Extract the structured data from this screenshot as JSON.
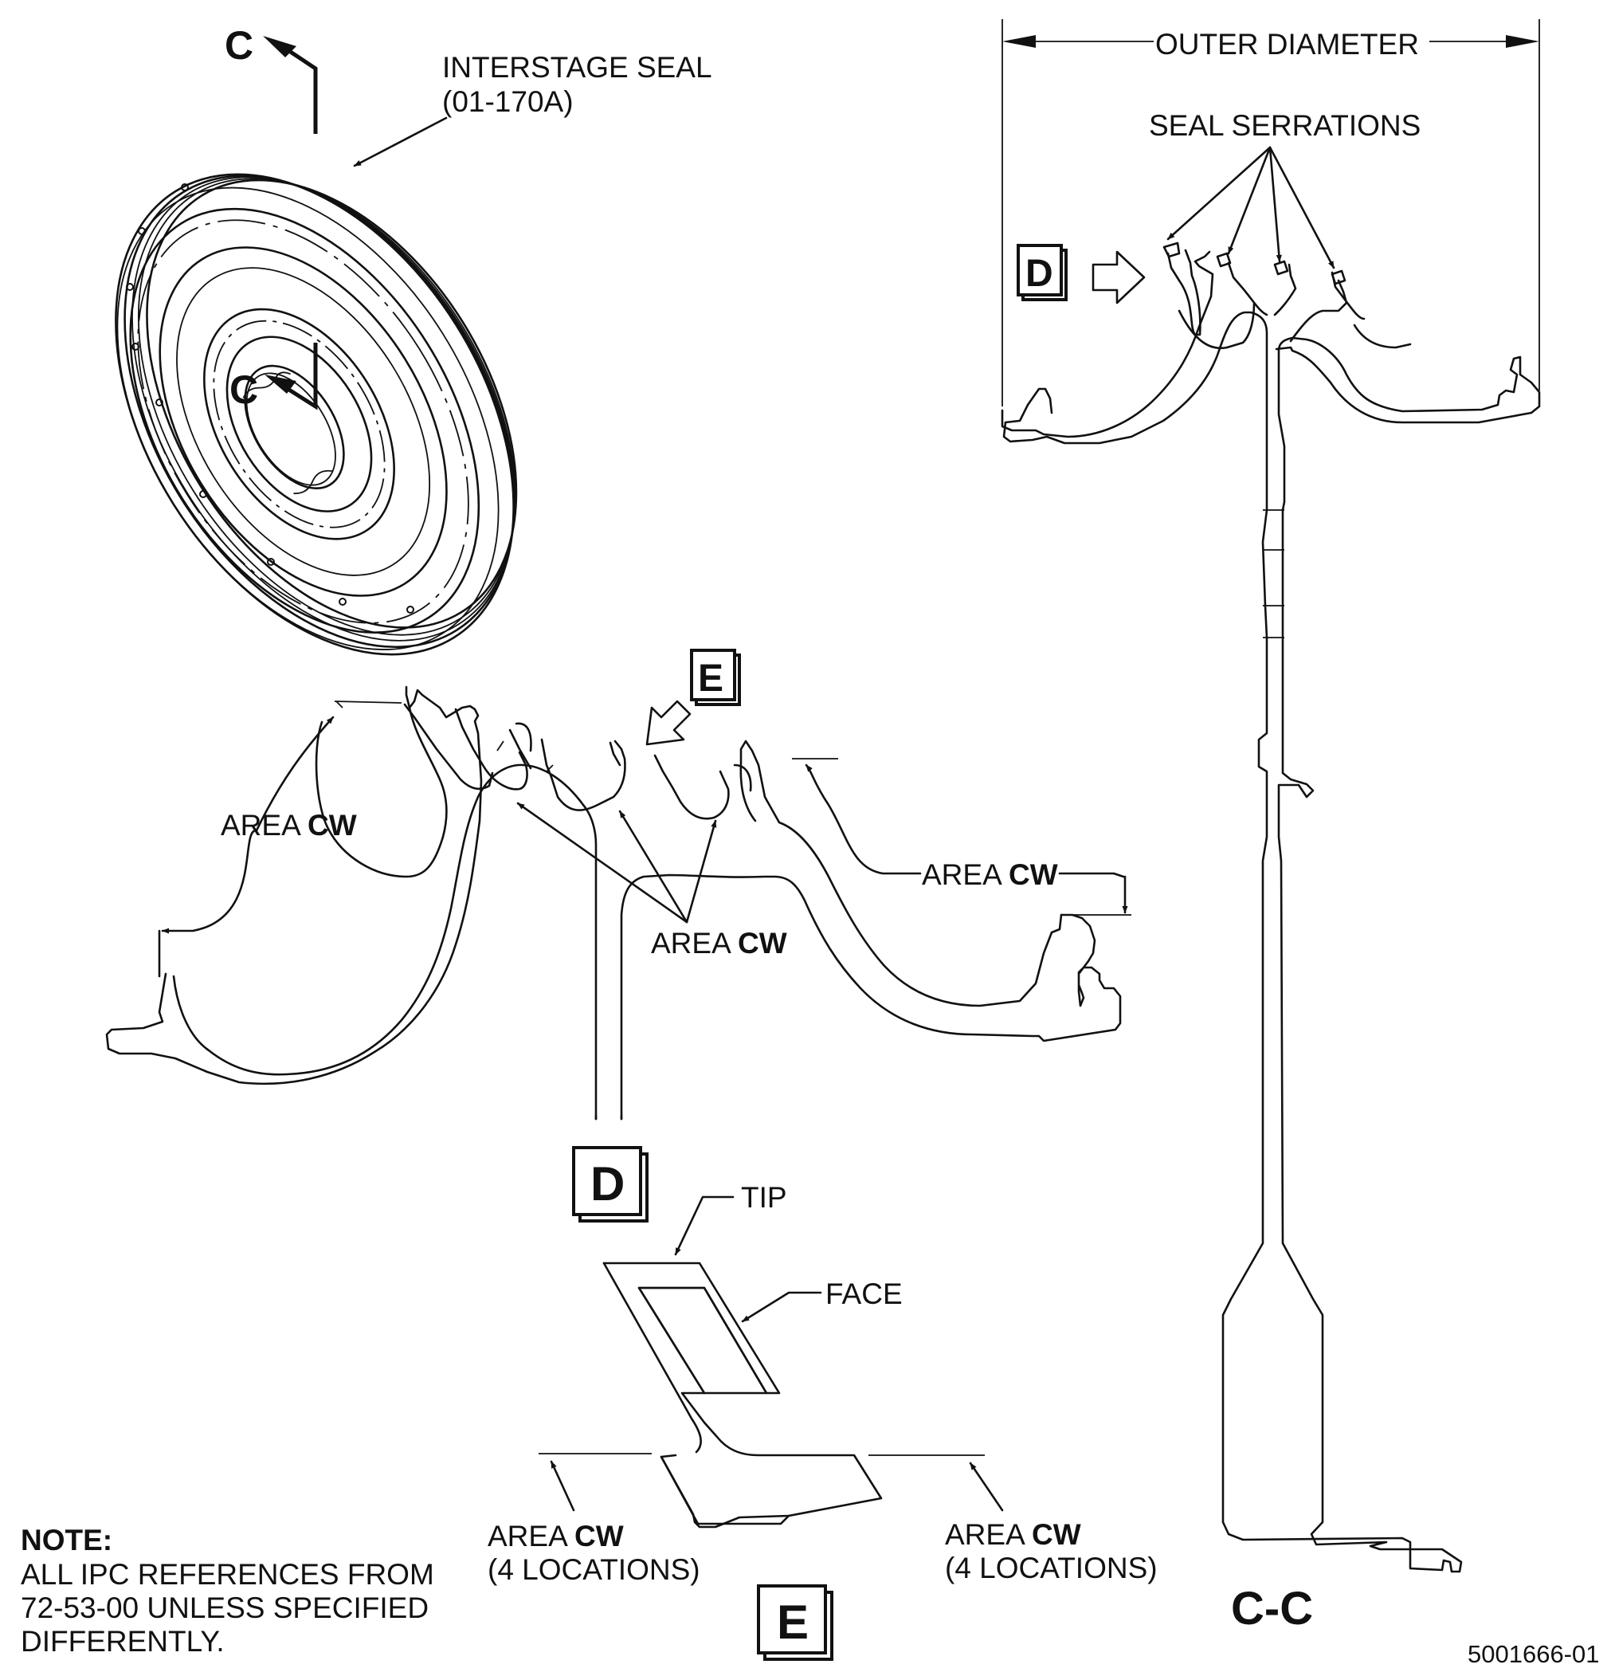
{
  "labels": {
    "interstage_seal": "INTERSTAGE SEAL",
    "interstage_seal_ref": "(01-170A)",
    "outer_diameter": "OUTER DIAMETER",
    "seal_serrations": "SEAL SERRATIONS",
    "area": "AREA",
    "cw": "CW",
    "four_locations": "(4 LOCATIONS)",
    "tip": "TIP",
    "face": "FACE",
    "section_cut": "C",
    "section_title": "C-C",
    "detail_d": "D",
    "detail_e": "E",
    "note_title": "NOTE:",
    "note_line1": "ALL IPC REFERENCES FROM",
    "note_line2": "72-53-00 UNLESS SPECIFIED",
    "note_line3": "DIFFERENTLY.",
    "figure_id": "5001666-01"
  }
}
